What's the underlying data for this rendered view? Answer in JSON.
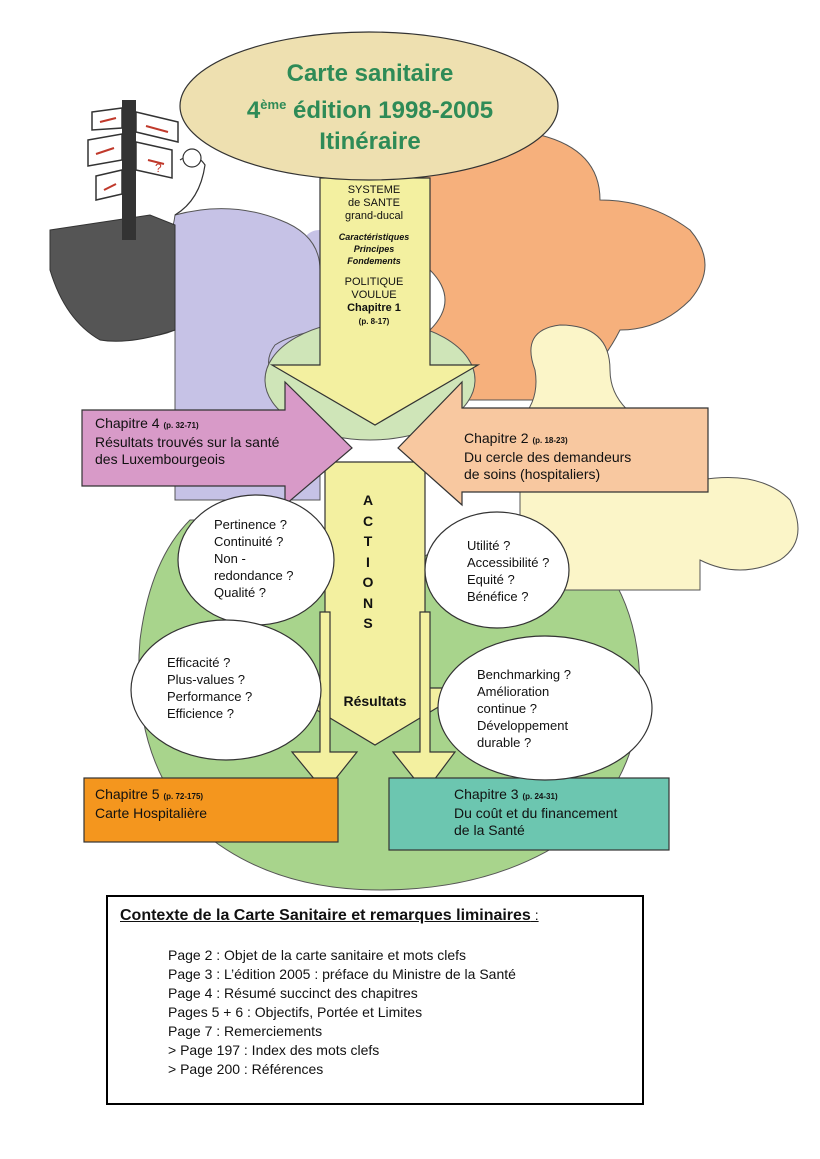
{
  "title": {
    "line1": "Carte sanitaire",
    "line2_num": "4",
    "line2_sup": "ème",
    "line2_rest": " édition 1998-2005",
    "line3": "Itinéraire"
  },
  "systeme": {
    "l1": "SYSTEME",
    "l2": "de SANTE",
    "l3": "grand-ducal",
    "i1": "Caractéristiques",
    "i2": "Principes",
    "i3": "Fondements",
    "p1": "POLITIQUE",
    "p2": "VOULUE",
    "chap": "Chapitre 1",
    "pages": "(p. 8-17)"
  },
  "chapitre4": {
    "label": "Chapitre 4",
    "pages": "(p. 32-71)",
    "l1": "Résultats trouvés sur la santé",
    "l2": "des Luxembourgeois"
  },
  "chapitre2": {
    "label": "Chapitre 2",
    "pages": "(p. 18-23)",
    "l1": "Du cercle des demandeurs",
    "l2": "de soins  (hospitaliers)"
  },
  "chapitre5": {
    "label": "Chapitre 5",
    "pages": "(p. 72-175)",
    "l1": "Carte Hospitalière"
  },
  "chapitre3": {
    "label": "Chapitre 3",
    "pages": "(p. 24-31)",
    "l1": "Du coût et du financement",
    "l2": "de la Santé"
  },
  "actions": [
    "A",
    "C",
    "T",
    "I",
    "O",
    "N",
    "S"
  ],
  "resultats": "Résultats",
  "bubble_tl": [
    "Pertinence ?",
    "Continuité ?",
    "Non -",
    "redondance ?",
    "Qualité ?"
  ],
  "bubble_tr": [
    "Utilité ?",
    "Accessibilité ?",
    "Equité ?",
    "Bénéfice ?"
  ],
  "bubble_bl": [
    "Efficacité ?",
    "Plus-values ?",
    "Performance ?",
    "Efficience ?"
  ],
  "bubble_br": [
    "Benchmarking ?",
    "Amélioration",
    "continue ?",
    "Développement",
    "durable ?"
  ],
  "context": {
    "title": "Contexte de la Carte Sanitaire et remarques liminaires",
    "colon": " :",
    "items": [
      "Page 2 : Objet de la carte sanitaire et mots clefs",
      "Page 3 : L’édition 2005 : préface du Ministre de la Santé",
      "Page 4 : Résumé succinct des chapitres",
      "Pages 5 + 6 : Objectifs, Portée et Limites",
      "Page 7 : Remerciements",
      "> Page 197 : Index des mots clefs",
      "> Page 200 : Références"
    ]
  },
  "colors": {
    "title_green": "#2e8b57",
    "puzzle_lavender": "#c6c2e6",
    "puzzle_orange": "#f6b07c",
    "puzzle_yellow": "#fbf5c8",
    "puzzle_green": "#a8d48c",
    "arrow_yellow": "#f3f0a0",
    "chap4_pink": "#d89ac8",
    "chap2_peach": "#f8c8a0",
    "chap5_orange": "#f4961e",
    "chap3_teal": "#6cc6b0",
    "ellipse_tan": "#eee0b0"
  }
}
